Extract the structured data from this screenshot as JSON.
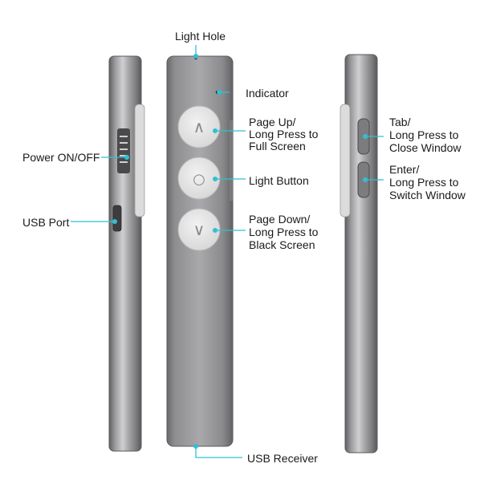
{
  "labels": {
    "light_hole": "Light Hole",
    "indicator": "Indicator",
    "page_up": [
      "Page Up/",
      "Long Press to",
      "Full Screen"
    ],
    "light_button": "Light Button",
    "page_down": [
      "Page Down/",
      "Long Press to",
      "Black Screen"
    ],
    "power": "Power ON/OFF",
    "usb_port": "USB Port",
    "tab": [
      "Tab/",
      "Long Press to",
      "Close Window"
    ],
    "enter": [
      "Enter/",
      "Long Press to",
      "Switch Window"
    ],
    "usb_receiver": "USB Receiver"
  },
  "button_glyphs": {
    "up": "∧",
    "center": "○",
    "down": "∨"
  },
  "colors": {
    "leader": "#2fc0d6",
    "body_dark": "#6c6c6e",
    "body_light": "#c8c8ca",
    "button": "#e4e4e4",
    "background": "#ffffff"
  }
}
